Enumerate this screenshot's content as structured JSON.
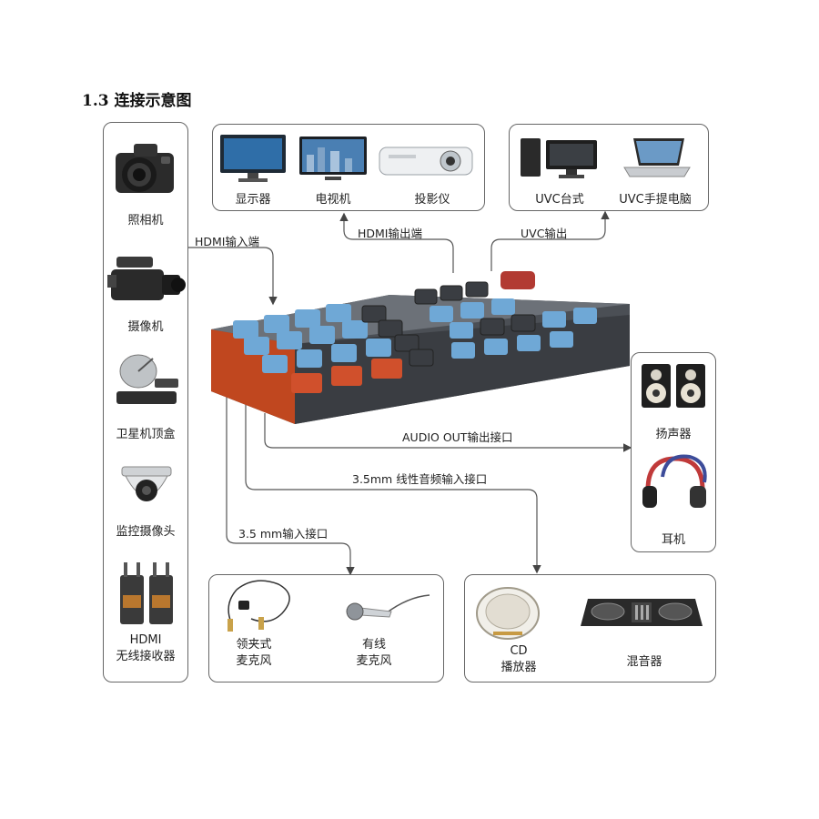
{
  "title": "1.3 连接示意图",
  "inputs_left": {
    "items": [
      {
        "label": "照相机",
        "icon": "camera-icon"
      },
      {
        "label": "摄像机",
        "icon": "camcorder-icon"
      },
      {
        "label": "卫星机顶盒",
        "icon": "satellite-box-icon"
      },
      {
        "label": "监控摄像头",
        "icon": "dome-camera-icon"
      },
      {
        "label_line1": "HDMI",
        "label_line2": "无线接收器",
        "icon": "wireless-receiver-icon"
      }
    ]
  },
  "display_outputs": {
    "items": [
      {
        "label": "显示器",
        "icon": "monitor-icon"
      },
      {
        "label": "电视机",
        "icon": "tv-icon"
      },
      {
        "label": "投影仪",
        "icon": "projector-icon"
      }
    ]
  },
  "uvc_outputs": {
    "items": [
      {
        "label": "UVC台式",
        "icon": "desktop-pc-icon"
      },
      {
        "label": "UVC手提电脑",
        "icon": "laptop-icon"
      }
    ]
  },
  "audio_out_devices": {
    "items": [
      {
        "label": "扬声器",
        "icon": "speakers-icon"
      },
      {
        "label": "耳机",
        "icon": "headphones-icon"
      }
    ]
  },
  "mic_devices": {
    "items": [
      {
        "label_line1": "领夹式",
        "label_line2": "麦克风",
        "icon": "lavalier-mic-icon"
      },
      {
        "label_line1": "有线",
        "label_line2": "麦克风",
        "icon": "wired-mic-icon"
      }
    ]
  },
  "line_in_devices": {
    "items": [
      {
        "label_line1": "CD",
        "label_line2": "播放器",
        "icon": "cd-player-icon"
      },
      {
        "label": "混音器",
        "icon": "mixer-icon"
      }
    ]
  },
  "connections": {
    "hdmi_in": "HDMI输入端",
    "hdmi_out": "HDMI输出端",
    "uvc_out": "UVC输出",
    "audio_out": "AUDIO OUT输出接口",
    "line_in": "3.5mm 线性音频输入接口",
    "mic_in": "3.5 mm输入接口"
  },
  "colors": {
    "key_blue": "#6fa8d6",
    "key_dark": "#3a3d42",
    "key_orange": "#d0502c",
    "key_red": "#b23a32",
    "body_dark": "#4b4f55",
    "panel_orange": "#c0471f"
  }
}
